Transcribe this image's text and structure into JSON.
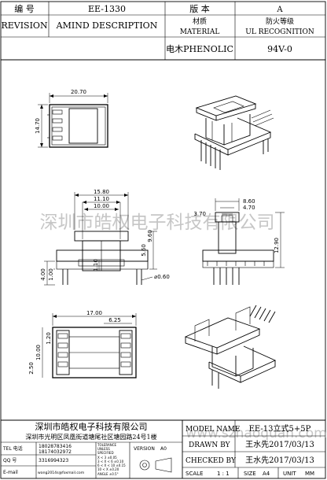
{
  "header": {
    "number_label": "编 号",
    "part_number": "EE-1330",
    "version_label": "版 本",
    "version_value": "A",
    "revision_label": "REVISION",
    "amend_label": "AMIND DESCRIPTION",
    "material_cn": "材质",
    "material_en": "MATERIAL",
    "flame_cn": "防火等级",
    "flame_en": "UL RECOGNITION",
    "material_value": "电木PHENOLIC",
    "flame_value": "94V-0"
  },
  "dimensions": {
    "top_width": "20.70",
    "top_height": "14.70",
    "front_width_outer": "15.80",
    "front_width_mid": "11.10",
    "front_width_inner": "10.00",
    "front_height_a": "9.60",
    "front_height_b": "5.60",
    "front_left_height": "4.00",
    "front_left_small": "1.00",
    "front_center_h": "1.10",
    "pin_diameter": "⌀0.60",
    "side_width_a": "8.60",
    "side_width_b": "4.70",
    "side_width_c": "3.70",
    "side_height": "12.90",
    "bottom_width": "17.00",
    "bottom_pitch": "6.25",
    "bottom_top_small": "1.20",
    "bottom_height": "10.00",
    "bottom_left_small": "2.50"
  },
  "watermark": {
    "line1": "深圳市皓权电子科技有限公司",
    "line2": "www.szhaoquan.com"
  },
  "company": {
    "name": "深圳市皓权电子科技有限公司",
    "address": "深圳市光明区凤凰街道塘尾社区塘园路24号1楼"
  },
  "contact": {
    "tel_label": "TEL 电话",
    "tel_1": "18028783416",
    "tel_2": "18174032972",
    "qq_label": "QQ 号",
    "qq_value": "3316994323",
    "email_label": "E-mail",
    "email_value": "wang2014s@foxmail.com"
  },
  "tolerance": {
    "title": "TOLERANCE",
    "subtitle1": "UNLESS",
    "subtitle2": "SPECIFIED",
    "r1": "X < 3 ±0.05",
    "r2": "3 < X < 6 ±0.10",
    "r3": "6 < X < 10 ±0.15",
    "r4": "10 < X ±0.20",
    "angle": "ANGLE ±0.5°"
  },
  "version_box": {
    "label": "VERSION",
    "value": "A0"
  },
  "title_block": {
    "model_label": "MODEL NAME",
    "model_value": "EE-13立式5+5P",
    "drawn_label": "DRAWN BY",
    "drawn_value": "王水先2017/03/13",
    "checked_label": "CHECKED BY",
    "checked_value": "王水先2017/03/13",
    "scale_label": "SCALE",
    "scale_value": "1 : 1",
    "size_label": "SIZE",
    "size_value": "A4",
    "unit_label": "UNIT",
    "unit_value": "MM"
  }
}
